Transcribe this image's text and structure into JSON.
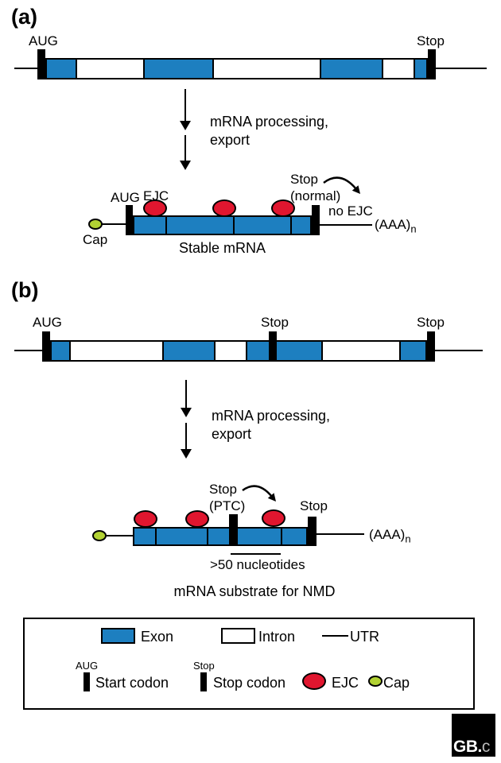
{
  "colors": {
    "exon_blue": "#1d7fc0",
    "ejc_red": "#e0162f",
    "cap_green": "#b2d233"
  },
  "panel_a": {
    "label": "(a)",
    "gene": {
      "start_label": "AUG",
      "stop_label": "Stop"
    },
    "process": {
      "line1": "mRNA processing,",
      "line2": "export"
    },
    "mrna": {
      "cap_label": "Cap",
      "start_label": "AUG",
      "ejc_label": "EJC",
      "stop_line1": "Stop",
      "stop_line2": "(normal)",
      "no_ejc_label": "no EJC",
      "polya": "(AAA)",
      "polya_sub": "n",
      "caption": "Stable mRNA"
    }
  },
  "panel_b": {
    "label": "(b)",
    "gene": {
      "start_label": "AUG",
      "ptc_label": "Stop",
      "stop_label": "Stop"
    },
    "process": {
      "line1": "mRNA processing,",
      "line2": "export"
    },
    "mrna": {
      "stop_ptc_line1": "Stop",
      "stop_ptc_line2": "(PTC)",
      "stop_label": "Stop",
      "polya": "(AAA)",
      "polya_sub": "n",
      "distance_label": ">50 nucleotides",
      "caption": "mRNA substrate for NMD"
    }
  },
  "legend": {
    "exon_label": "Exon",
    "intron_label": "Intron",
    "utr_label": "UTR",
    "start_codon_marker": "AUG",
    "start_codon_label": "Start codon",
    "stop_codon_marker": "Stop",
    "stop_codon_label": "Stop codon",
    "ejc_label": "EJC",
    "cap_label": "Cap"
  },
  "logo": {
    "bold": "GB.",
    "light": "c"
  }
}
